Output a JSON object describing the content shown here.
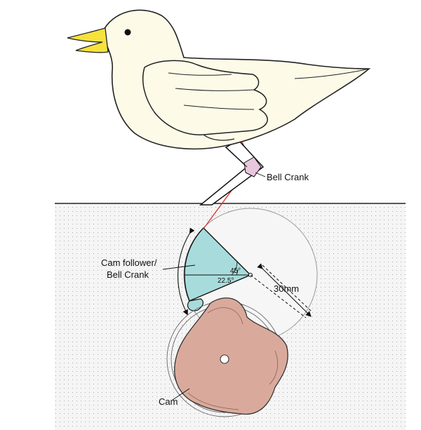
{
  "labels": {
    "bell_crank": "Bell Crank",
    "cam_follower_line1": "Cam follower/",
    "cam_follower_line2": "Bell Crank",
    "angle_large": "45°",
    "angle_small": "22.5°",
    "radius": "30mm",
    "cam": "Cam"
  },
  "colors": {
    "bird_body": "#fdfbe8",
    "beak": "#f5e23c",
    "follower": "#a8dcdc",
    "cam": "#d9aa9c",
    "link": "#d83a3a",
    "pivot_block": "#e8c6dd",
    "ground": "#f3f3f3"
  },
  "icons": {
    "bird": "bird-figure",
    "pivot": "pivot-dot"
  }
}
